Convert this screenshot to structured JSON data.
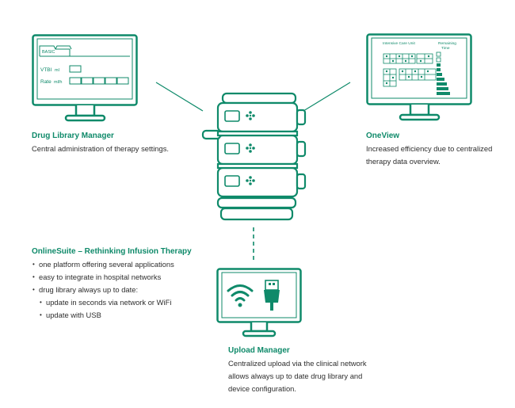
{
  "drug_library": {
    "title": "Drug Library Manager",
    "description": "Central administration of therapy settings.",
    "screen": {
      "tab": "BASIC",
      "vtbi_label": "VTBI",
      "vtbi_unit": "ml",
      "rate_label": "Rate",
      "rate_unit": "ml/h"
    }
  },
  "oneview": {
    "title": "OneView",
    "description": [
      "Increased efficiency due to centralized",
      "therapy data overview."
    ],
    "screen": {
      "unit_label": "Intensive Care Unit",
      "remaining_label": "Remaining",
      "time_label": "Time"
    }
  },
  "onlinesuite": {
    "title": "OnlineSuite – Rethinking Infusion Therapy",
    "bullets": [
      "one platform offering several applications",
      "easy to integrate in hospital networks",
      "drug library always up to date:"
    ],
    "sub_bullets": [
      "update in seconds via network or WiFi",
      "update with USB"
    ]
  },
  "upload": {
    "title": "Upload Manager",
    "description": [
      "Centralized upload via the clinical network",
      "allows always up to date drug library and",
      "device configuration."
    ]
  },
  "colors": {
    "accent": "#0f8a6a",
    "text": "#2e2e2e"
  },
  "icons": [
    "monitor-icon",
    "infusion-pump-stack-icon",
    "wifi-icon",
    "usb-icon"
  ]
}
